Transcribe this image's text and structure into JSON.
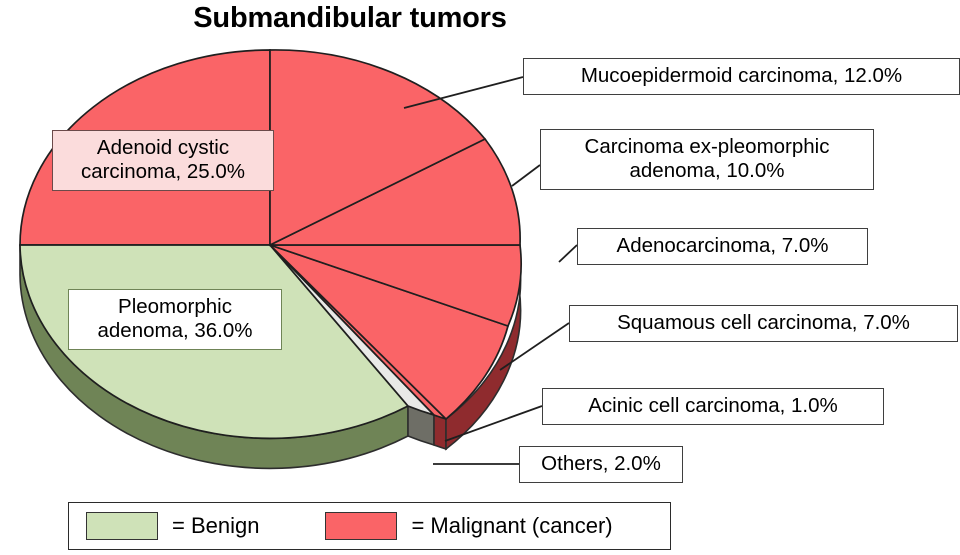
{
  "chart_data": {
    "type": "pie",
    "title": "Submandibular tumors",
    "xlabel": "",
    "ylabel": "",
    "three_d": true,
    "categories": [
      "Mucoepidermoid carcinoma",
      "Carcinoma ex-pleomorphic adenoma",
      "Adenocarcinoma",
      "Squamous cell carcinoma",
      "Acinic cell carcinoma",
      "Others",
      "Pleomorphic adenoma",
      "Adenoid cystic carcinoma"
    ],
    "values": [
      12.0,
      10.0,
      7.0,
      7.0,
      1.0,
      2.0,
      36.0,
      25.0
    ],
    "value_unit": "%",
    "slices": [
      {
        "label": "Mucoepidermoid carcinoma, 12.0%",
        "name": "Mucoepidermoid carcinoma",
        "value": 12.0,
        "group": "Malignant",
        "color": "#fa6467",
        "side_color": "#8f2b2e"
      },
      {
        "label_line1": "Carcinoma ex-pleomorphic",
        "label_line2": "adenoma, 10.0%",
        "name": "Carcinoma ex-pleomorphic adenoma",
        "value": 10.0,
        "group": "Malignant",
        "color": "#fa6467",
        "side_color": "#8f2b2e"
      },
      {
        "label": "Adenocarcinoma, 7.0%",
        "name": "Adenocarcinoma",
        "value": 7.0,
        "group": "Malignant",
        "color": "#fa6467",
        "side_color": "#8f2b2e"
      },
      {
        "label": "Squamous cell carcinoma, 7.0%",
        "name": "Squamous cell carcinoma",
        "value": 7.0,
        "group": "Malignant",
        "color": "#fa6467",
        "side_color": "#8f2b2e"
      },
      {
        "label": "Acinic cell carcinoma, 1.0%",
        "name": "Acinic cell carcinoma",
        "value": 1.0,
        "group": "Malignant",
        "color": "#fa6467",
        "side_color": "#8f2b2e"
      },
      {
        "label": "Others, 2.0%",
        "name": "Others",
        "value": 2.0,
        "group": "Other",
        "color": "#e9e9e7",
        "side_color": "#6e6e66"
      },
      {
        "label_line1": "Pleomorphic",
        "label_line2": "adenoma, 36.0%",
        "name": "Pleomorphic adenoma",
        "value": 36.0,
        "group": "Benign",
        "color": "#cfe2b8",
        "side_color": "#6f8456"
      },
      {
        "label_line1": "Adenoid cystic",
        "label_line2": "carcinoma, 25.0%",
        "name": "Adenoid cystic carcinoma",
        "value": 25.0,
        "group": "Malignant",
        "color": "#fa6467",
        "side_color": "#8f2b2e"
      }
    ],
    "legend": {
      "position": "bottom",
      "entries": [
        {
          "label": "= Benign",
          "color": "#cfe2b8"
        },
        {
          "label": "= Malignant (cancer)",
          "color": "#fa6467"
        }
      ]
    }
  }
}
